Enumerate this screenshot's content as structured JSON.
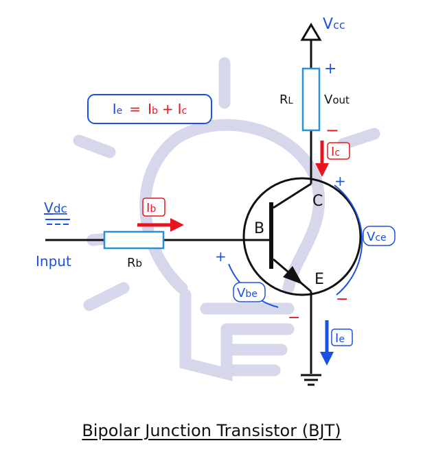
{
  "diagram": {
    "caption": "Bipolar Junction Transistor (BJT)",
    "supply": {
      "label": "Vcc",
      "main": "V",
      "sub": "cc"
    },
    "load_resistor": {
      "label": "RL",
      "main": "R",
      "sub": "L"
    },
    "output": {
      "label": "Vout",
      "main": "V",
      "sub": "out"
    },
    "base_resistor": {
      "label": "Rb",
      "main": "R",
      "sub": "b"
    },
    "input": {
      "label": "Input"
    },
    "dc_source": {
      "main": "V",
      "sub": "dc"
    },
    "equation": {
      "text": "Ie = Ib + Ic",
      "ie_main": "I",
      "ie_sub": "e",
      "equals": "=",
      "ib_main": "I",
      "ib_sub": "b",
      "plus": "+",
      "ic_main": "I",
      "ic_sub": "c"
    },
    "terminals": {
      "base": "B",
      "collector": "C",
      "emitter": "E"
    },
    "currents": {
      "ib": {
        "main": "I",
        "sub": "b"
      },
      "ic": {
        "main": "I",
        "sub": "c"
      },
      "ie": {
        "main": "I",
        "sub": "e"
      }
    },
    "voltages": {
      "vce": {
        "main": "V",
        "sub": "ce"
      },
      "vbe": {
        "main": "V",
        "sub": "be"
      }
    },
    "signs": {
      "plus": "+",
      "minus": "−"
    },
    "colors": {
      "blue": "#1a4fe8",
      "red": "#e8141c",
      "resistor_outline": "#2b8fd6",
      "wire": "#111111",
      "watermark": "#d6d7ea"
    }
  }
}
